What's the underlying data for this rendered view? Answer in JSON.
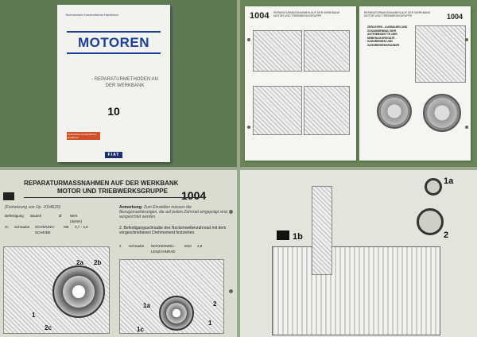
{
  "cover": {
    "top_text": "Technisches Kundendienst-Handbuch",
    "title": "MOTOREN",
    "subtitle": "- REPARATURMETHODEN AN DER WERKBANK",
    "number": "10",
    "band_text": "Technisches Kundendienst-Handbuch",
    "logo": "FIAT"
  },
  "spread": {
    "left_code": "1004",
    "left_header": "REPARATURMASSNAHMEN AUF DER WERKBANK MOTOR UND TRIEBWERKSGRUPPE",
    "right_code": "1004",
    "right_header": "REPARATURMASSNAHMEN AUF DER WERKBANK MOTOR UND TRIEBWERKSGRUPPE",
    "right_block": "ZERLEGEN - AUSBAUEN UND ZUSAMMENBAU DER ANTRIEBSKETTE DER NEBENAGGREGATE - ZAHNRIEMEN UND ZAHNRIEMENSPANNER"
  },
  "detail": {
    "header_line1": "REPARATURMASSNAHMEN AUF DER WERKBANK",
    "header_line2": "MOTOR UND TRIEBWERKSGRUPPE",
    "code": "1004",
    "continuation": "(Fortsetzung von Op. 1004E20)",
    "table_headers": [
      "Befestigung",
      "Bauteil",
      "Ø",
      "Wert (daNm)"
    ],
    "row1": [
      "2c",
      "Schraube",
      "SCHWUNG-SCHEIBE",
      "M8",
      "3,7 - 4,6"
    ],
    "note_label": "Anmerkung:",
    "note_text": "Zum Einstellen müssen die Bezugsmarkierungen, die auf jedem Zahnrad eingeprägt sind, ausgerichtet werden.",
    "step2": "2. Befestigungsschraube des Nockenwellenzahnrad mit dem vorgeschriebenen Drehmoment festziehen.",
    "row2": [
      "2",
      "Schraube",
      "NOCKENWEL-LENZAHNRAD",
      "M10",
      "4,9"
    ],
    "callouts": [
      "2a",
      "2b",
      "1",
      "2c",
      "1a",
      "1c",
      "2",
      "1"
    ]
  },
  "closeup": {
    "callouts": [
      "1a",
      "1b",
      "2"
    ]
  }
}
